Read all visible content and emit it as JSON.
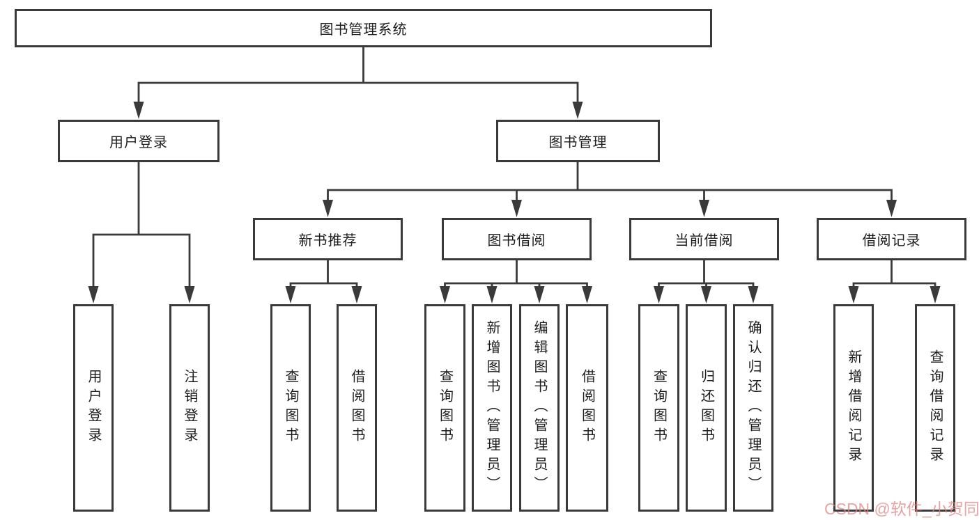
{
  "diagram_title": "图书管理系统",
  "colors": {
    "line": "#3a3a3a",
    "box_border": "#3a3a3a",
    "box_fill": "#ffffff",
    "text": "#1d1d1d",
    "background": "#ffffff",
    "watermark": "#e18080"
  },
  "watermark": {
    "text": "CSDN @软件_小贺同学"
  },
  "tree": {
    "label": "图书管理系统",
    "children": [
      {
        "label": "用户登录",
        "children": [
          {
            "label": "用户登录"
          },
          {
            "label": "注销登录"
          }
        ]
      },
      {
        "label": "图书管理",
        "children": [
          {
            "label": "新书推荐",
            "children": [
              {
                "label": "查询图书"
              },
              {
                "label": "借阅图书"
              }
            ]
          },
          {
            "label": "图书借阅",
            "children": [
              {
                "label": "查询图书"
              },
              {
                "label": "新增图书（管理员）"
              },
              {
                "label": "编辑图书（管理员）"
              },
              {
                "label": "借阅图书"
              }
            ]
          },
          {
            "label": "当前借阅",
            "children": [
              {
                "label": "查询图书"
              },
              {
                "label": "归还图书"
              },
              {
                "label": "确认归还（管理员）"
              }
            ]
          },
          {
            "label": "借阅记录",
            "children": [
              {
                "label": "新增借阅记录"
              },
              {
                "label": "查询借阅记录"
              }
            ]
          }
        ]
      }
    ]
  }
}
